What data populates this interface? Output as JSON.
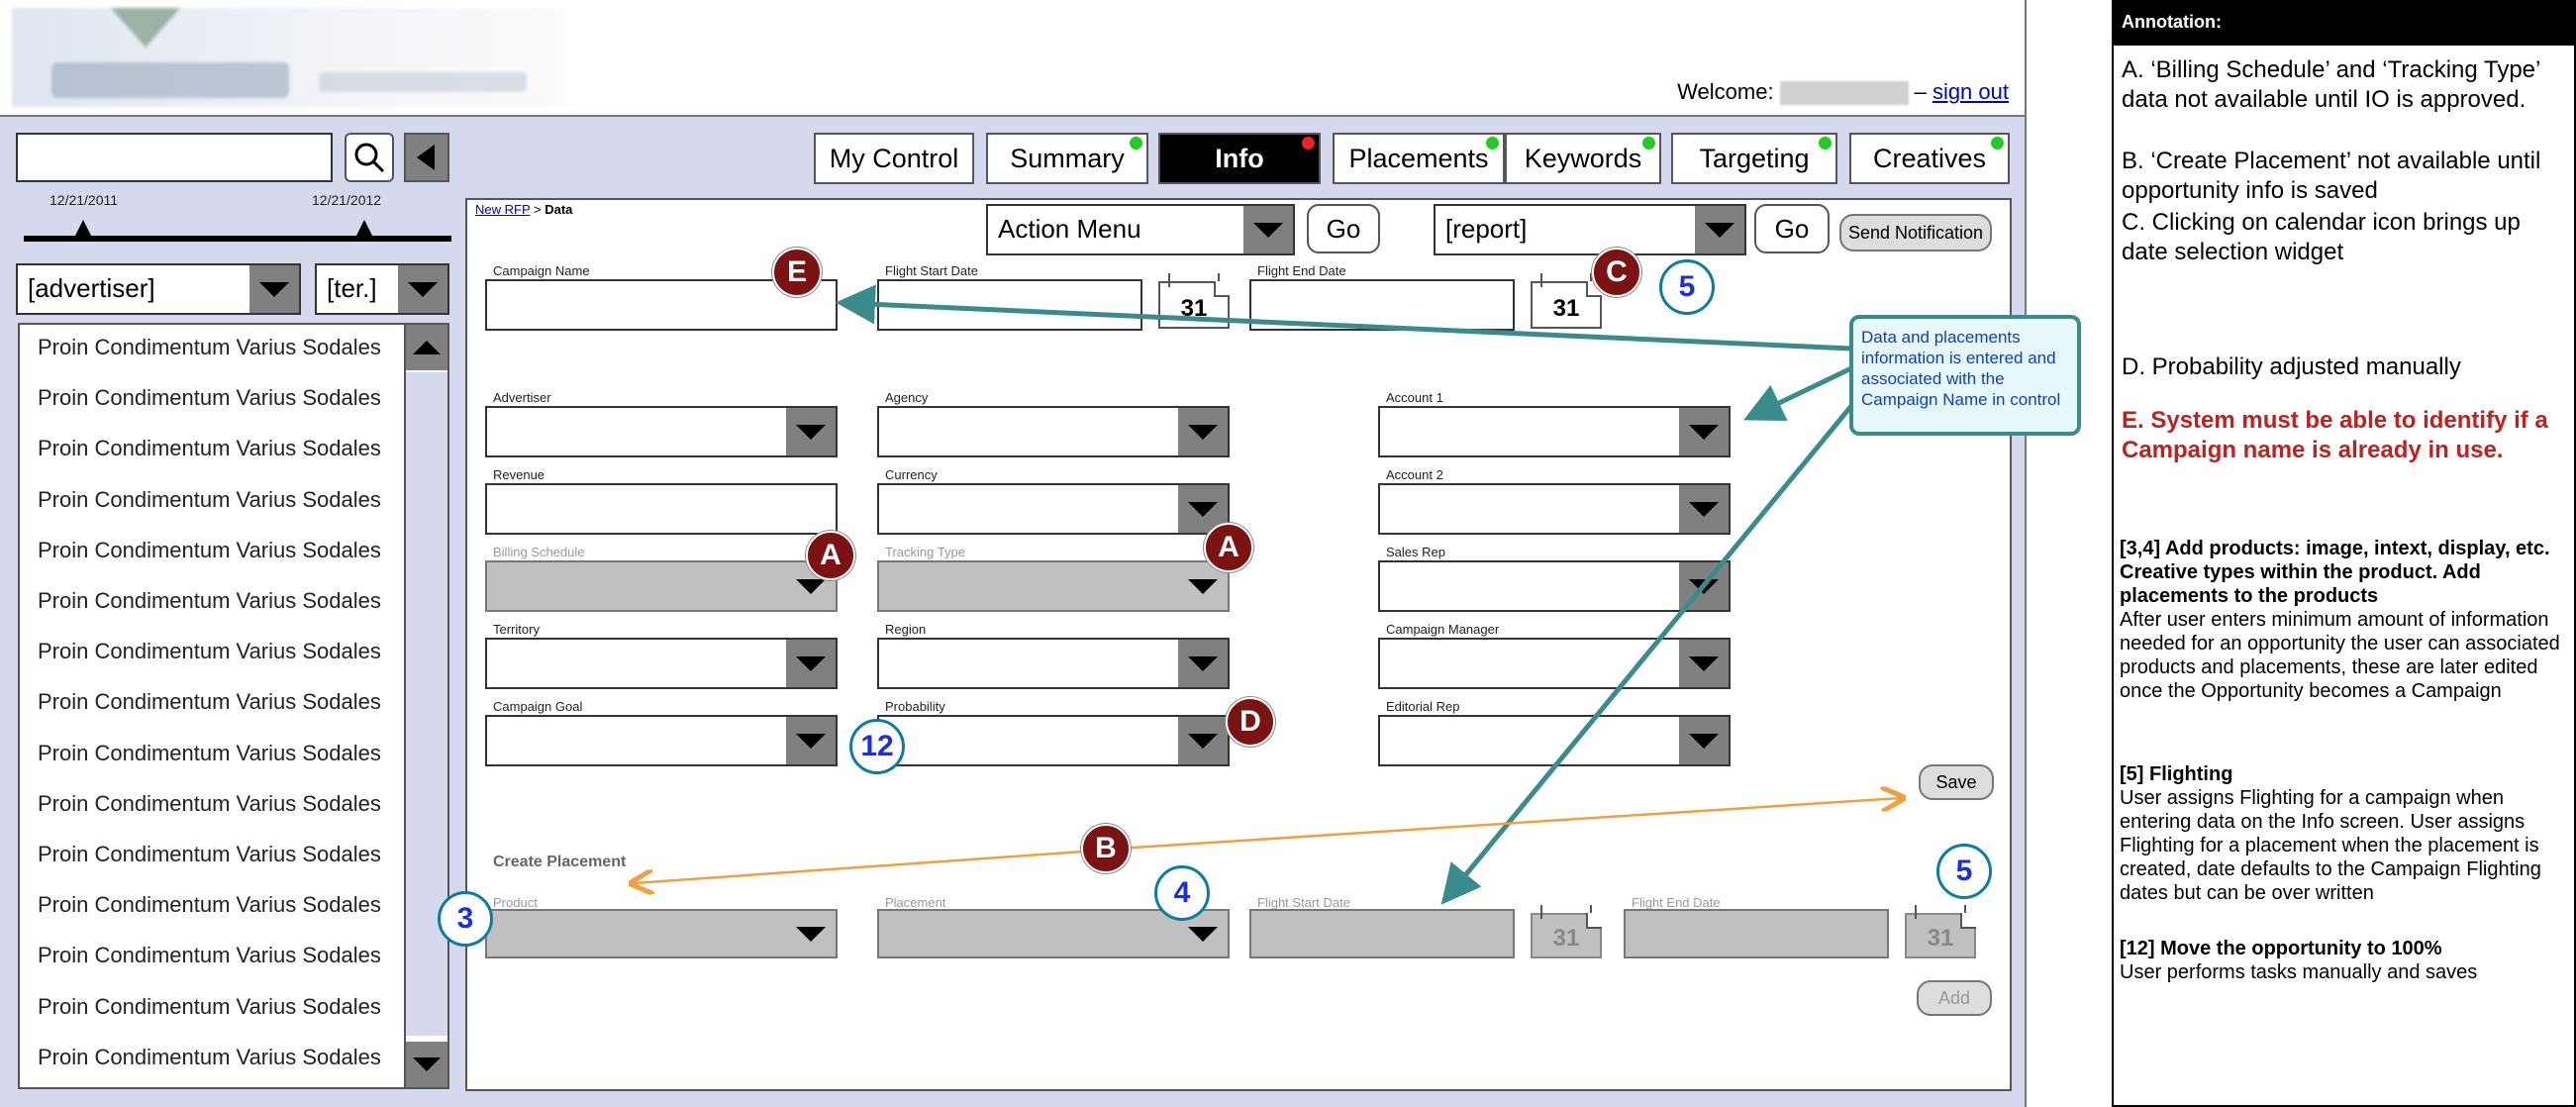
{
  "header": {
    "welcome_label": "Welcome:",
    "dash": "–",
    "sign_out": "sign out"
  },
  "timeline": {
    "start": "12/21/2011",
    "end": "12/21/2012"
  },
  "filters": {
    "advertiser": "[advertiser]",
    "territory": "[ter.]"
  },
  "list_items": [
    "Proin Condimentum Varius Sodales",
    "Proin Condimentum Varius Sodales",
    "Proin Condimentum Varius Sodales",
    "Proin Condimentum Varius Sodales",
    "Proin Condimentum Varius Sodales",
    "Proin Condimentum Varius Sodales",
    "Proin Condimentum Varius Sodales",
    "Proin Condimentum Varius Sodales",
    "Proin Condimentum Varius Sodales",
    "Proin Condimentum Varius Sodales",
    "Proin Condimentum Varius Sodales",
    "Proin Condimentum Varius Sodales",
    "Proin Condimentum Varius Sodales",
    "Proin Condimentum Varius Sodales",
    "Proin Condimentum Varius Sodales"
  ],
  "tabs": [
    {
      "label": "My Control",
      "dot": ""
    },
    {
      "label": "Summary",
      "dot": "#22cc22"
    },
    {
      "label": "Info",
      "dot": "#ee2222"
    },
    {
      "label": "Placements",
      "dot": "#22cc22"
    },
    {
      "label": "Keywords",
      "dot": "#22cc22"
    },
    {
      "label": "Targeting",
      "dot": "#22cc22"
    },
    {
      "label": "Creatives",
      "dot": "#22cc22"
    }
  ],
  "breadcrumb": {
    "link": "New RFP",
    "sep": " > ",
    "current": "Data"
  },
  "toolbar": {
    "action_menu": "Action Menu",
    "go1": "Go",
    "report": "[report]",
    "go2": "Go",
    "send_notification": "Send Notification"
  },
  "form": {
    "campaign_name": "Campaign Name",
    "flight_start": "Flight Start Date",
    "flight_end": "Flight End Date",
    "advertiser": "Advertiser",
    "agency": "Agency",
    "account1": "Account 1",
    "revenue": "Revenue",
    "currency": "Currency",
    "account2": "Account 2",
    "billing_schedule": "Billing Schedule",
    "tracking_type": "Tracking Type",
    "sales_rep": "Sales Rep",
    "territory": "Territory",
    "region": "Region",
    "campaign_manager": "Campaign Manager",
    "campaign_goal": "Campaign Goal",
    "probability": "Probability",
    "editorial_rep": "Editorial Rep",
    "save": "Save",
    "calendar_day": "31"
  },
  "placement": {
    "title": "Create Placement",
    "product": "Product",
    "placement": "Placement",
    "flight_start": "Flight Start Date",
    "flight_end": "Flight End Date",
    "add": "Add"
  },
  "markers": {
    "A": "A",
    "B": "B",
    "C": "C",
    "D": "D",
    "E": "E",
    "n3": "3",
    "n4": "4",
    "n5": "5",
    "n12": "12"
  },
  "callout": "Data and placements information is entered and associated with the Campaign Name in control",
  "annotation": {
    "header": "Annotation:",
    "A": "A. ‘Billing Schedule’ and ‘Tracking Type’ data not available until IO is approved.",
    "B": "B. ‘Create Placement’ not available until opportunity info is saved",
    "C": "C. Clicking on calendar icon brings up date selection widget",
    "D": "D. Probability  adjusted manually",
    "E": "E. System must be able to identify if a Campaign name is already in use.",
    "s34_title": "[3,4] Add products: image, intext, display, etc. Creative types within the product. Add placements to the products",
    "s34_body": "After user enters minimum amount of information needed for an opportunity the user can associated products and placements, these are later edited once the Opportunity becomes a Campaign",
    "s5_title": "[5] Flighting",
    "s5_body": "User assigns Flighting for a campaign when entering data on the Info screen. User assigns Flighting for a placement when the placement is created, date defaults to the Campaign Flighting dates but can be over written",
    "s12_title": "[12] Move the opportunity to 100%",
    "s12_body": "User performs tasks manually and saves"
  },
  "colors": {
    "panel": "#d6d9ee",
    "badge": "#7b1313",
    "teal_arrow": "#3a8c8c",
    "orange_arrow": "#f0a040",
    "number_text": "#1d2fd8"
  }
}
